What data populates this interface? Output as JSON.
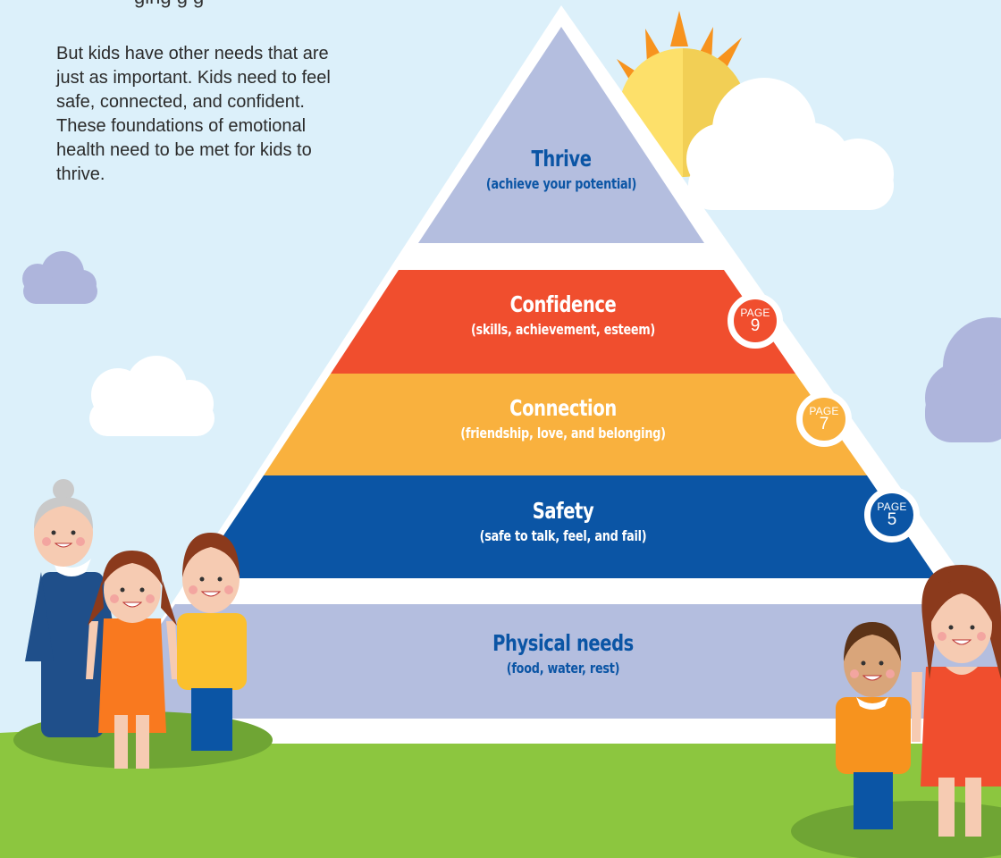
{
  "header": {
    "cut_heading": "ging g g",
    "intro": "But kids have other needs that are just as important. Kids need to feel safe, connected, and confident. These foundations of emotional health need to be met for kids to thrive."
  },
  "pyramid": {
    "tiers": [
      {
        "name": "Thrive",
        "sub": "(achieve your potential)",
        "color": "#b4bedf",
        "text_color": "#0b55a5"
      },
      {
        "name": "Confidence",
        "sub": "(skills, achievement, esteem)",
        "color": "#f04e2e",
        "text_color": "#ffffff",
        "badge": {
          "label": "PAGE",
          "number": "9"
        }
      },
      {
        "name": "Connection",
        "sub": "(friendship, love, and belonging)",
        "color": "#f9b13e",
        "text_color": "#ffffff",
        "badge": {
          "label": "PAGE",
          "number": "7"
        }
      },
      {
        "name": "Safety",
        "sub": "(safe to talk, feel, and fail)",
        "color": "#0b55a5",
        "text_color": "#ffffff",
        "badge": {
          "label": "PAGE",
          "number": "5"
        }
      },
      {
        "name": "Physical needs",
        "sub": "(food, water, rest)",
        "color": "#b4bedf",
        "text_color": "#0b55a5"
      }
    ]
  },
  "colors": {
    "sky": "#dcf0fa",
    "grass": "#8cc63f",
    "sun": "#fde06a",
    "sun_rays": "#f7931e",
    "cloud": "#ffffff",
    "cloud_blue": "#aeb5dc"
  }
}
